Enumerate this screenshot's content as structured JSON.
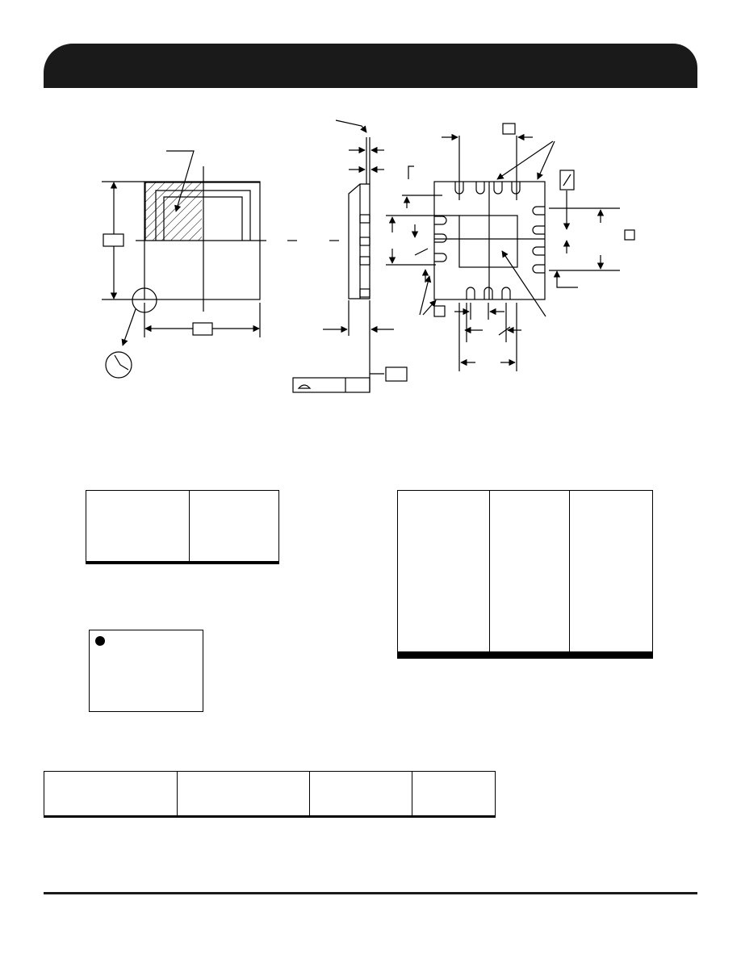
{
  "header": {
    "title": ""
  },
  "tables": {
    "dimensions_a": {
      "rows": 4,
      "cols": 2
    },
    "dimensions_b": {
      "rows": 9,
      "cols": 3
    },
    "ordering": {
      "rows": 3,
      "cols": 4
    }
  },
  "marking": {
    "pin1_indicator": "pin-1-dot"
  },
  "colors": {
    "header_bar": "#1a1a1a",
    "line": "#000000"
  }
}
